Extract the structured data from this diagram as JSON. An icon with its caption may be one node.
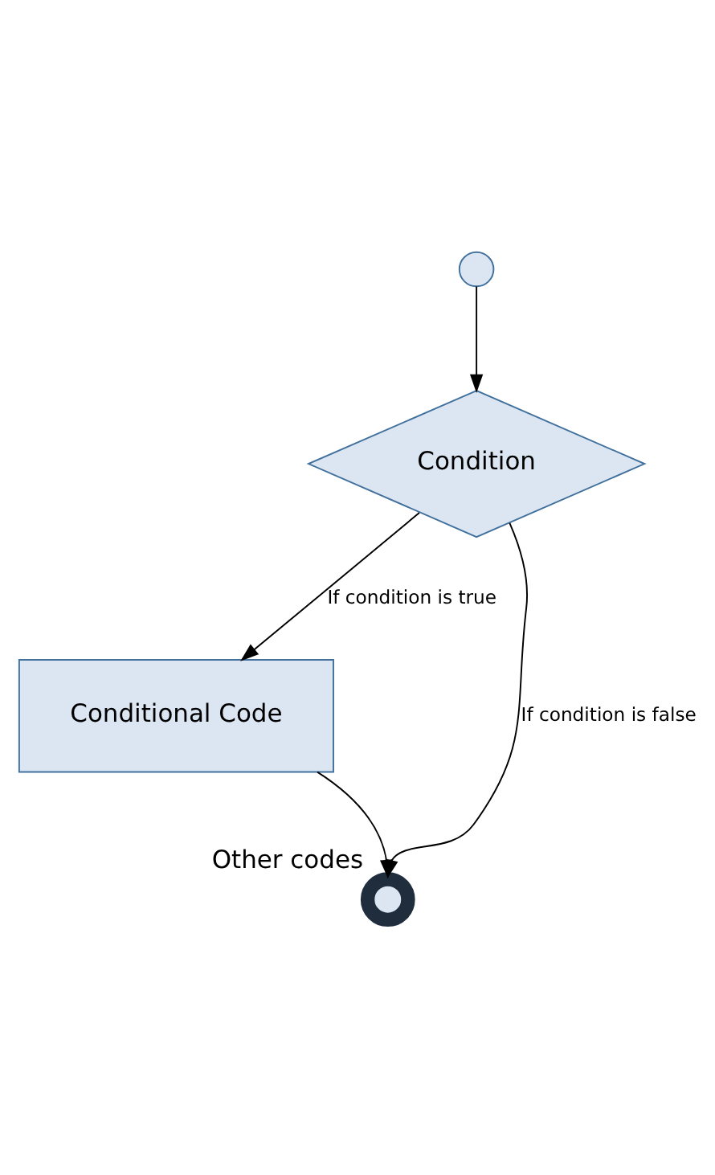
{
  "diagram": {
    "nodes": [
      {
        "text": [],
        "shape": "circle"
      },
      {
        "text": [
          "Condition"
        ]
      },
      {
        "text": [
          "Conditional Code"
        ]
      },
      {
        "text": [],
        "shape": "circle",
        "beside": [
          "Other codes"
        ]
      }
    ],
    "edges": [
      {
        "from": 0,
        "to": 1,
        "arrow": "to"
      },
      {
        "from": 1,
        "to": 2,
        "arrow": "to",
        "label": "If condition is true"
      },
      {
        "from": 1,
        "to": 3,
        "arrow": "to",
        "label": "If condition is false"
      },
      {
        "from": 2,
        "to": 3,
        "arrow": "to"
      }
    ]
  }
}
